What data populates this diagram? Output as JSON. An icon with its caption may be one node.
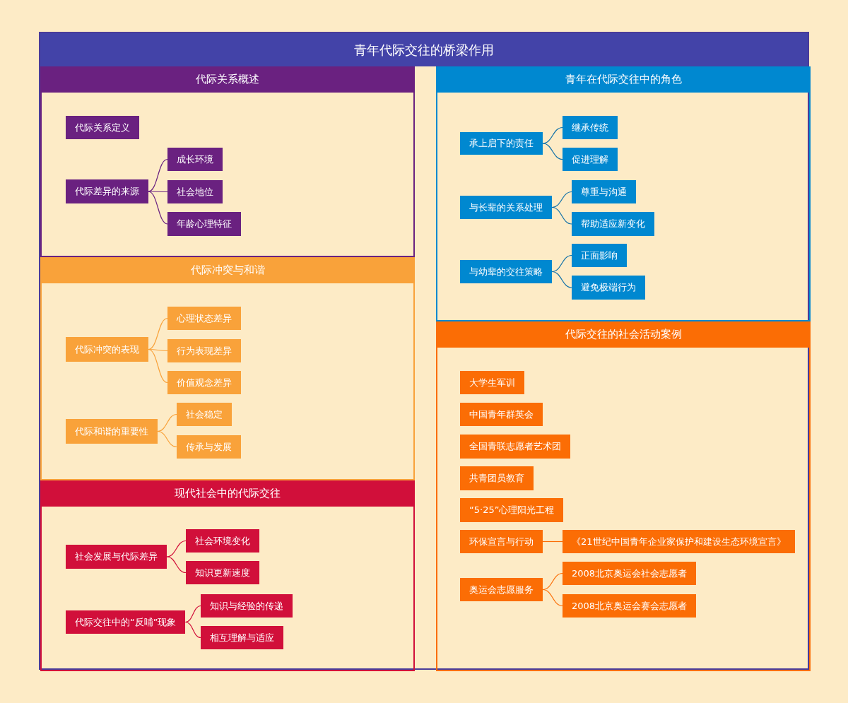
{
  "diagram": {
    "nodes": [
      {
        "text": [
          "青年代际交往的桥梁作用"
        ]
      },
      {
        "text": [
          "代际关系概述"
        ],
        "in": 0
      },
      {
        "text": [
          "代际关系定义"
        ],
        "in": 1
      },
      {
        "text": [
          "代际差异的来源"
        ],
        "in": 1
      },
      {
        "text": [
          "成长环境"
        ],
        "in": 1
      },
      {
        "text": [
          "社会地位"
        ],
        "in": 1
      },
      {
        "text": [
          "年龄心理特征"
        ],
        "in": 1
      },
      {
        "text": [
          "代际冲突与和谐"
        ],
        "in": 0
      },
      {
        "text": [
          "代际冲突的表现"
        ],
        "in": 7
      },
      {
        "text": [
          "心理状态差异"
        ],
        "in": 7
      },
      {
        "text": [
          "行为表现差异"
        ],
        "in": 7
      },
      {
        "text": [
          "价值观念差异"
        ],
        "in": 7
      },
      {
        "text": [
          "代际和谐的重要性"
        ],
        "in": 7
      },
      {
        "text": [
          "社会稳定"
        ],
        "in": 7
      },
      {
        "text": [
          "传承与发展"
        ],
        "in": 7
      },
      {
        "text": [
          "现代社会中的代际交往"
        ],
        "in": 0
      },
      {
        "text": [
          "社会发展与代际差异"
        ],
        "in": 15
      },
      {
        "text": [
          "社会环境变化"
        ],
        "in": 15
      },
      {
        "text": [
          "知识更新速度"
        ],
        "in": 15
      },
      {
        "text": [
          "代际交往中的“反哺”现象"
        ],
        "in": 15
      },
      {
        "text": [
          "知识与经验的传递"
        ],
        "in": 15
      },
      {
        "text": [
          "相互理解与适应"
        ],
        "in": 15
      },
      {
        "text": [
          "青年在代际交往中的角色"
        ],
        "in": 0
      },
      {
        "text": [
          "承上启下的责任"
        ],
        "in": 22
      },
      {
        "text": [
          "继承传统"
        ],
        "in": 22
      },
      {
        "text": [
          "促进理解"
        ],
        "in": 22
      },
      {
        "text": [
          "与长辈的关系处理"
        ],
        "in": 22
      },
      {
        "text": [
          "尊重与沟通"
        ],
        "in": 22
      },
      {
        "text": [
          "帮助适应新变化"
        ],
        "in": 22
      },
      {
        "text": [
          "与幼辈的交往策略"
        ],
        "in": 22
      },
      {
        "text": [
          "正面影响"
        ],
        "in": 22
      },
      {
        "text": [
          "避免极端行为"
        ],
        "in": 22
      },
      {
        "text": [
          "代际交往的社会活动案例"
        ],
        "in": 0
      },
      {
        "text": [
          "大学生军训"
        ],
        "in": 32
      },
      {
        "text": [
          "中国青年群英会"
        ],
        "in": 32
      },
      {
        "text": [
          "全国青联志愿者艺术团"
        ],
        "in": 32
      },
      {
        "text": [
          "共青团员教育"
        ],
        "in": 32
      },
      {
        "text": [
          "“5·25”心理阳光工程"
        ],
        "in": 32
      },
      {
        "text": [
          "环保宣言与行动"
        ],
        "in": 32
      },
      {
        "text": [
          "《21世纪中国青年企业家保护和建设生态环境宣言》"
        ],
        "in": 32
      },
      {
        "text": [
          "奥运会志愿服务"
        ],
        "in": 32
      },
      {
        "text": [
          "2008北京奥运会社会志愿者"
        ],
        "in": 32
      },
      {
        "text": [
          "2008北京奥运会赛会志愿者"
        ],
        "in": 32
      }
    ],
    "edges": [
      {
        "from": 3,
        "to": 4,
        "arrow": "none",
        "color": "#6a2180"
      },
      {
        "from": 3,
        "to": 5,
        "arrow": "none",
        "color": "#6a2180"
      },
      {
        "from": 3,
        "to": 6,
        "arrow": "none",
        "color": "#6a2180"
      },
      {
        "from": 8,
        "to": 9,
        "arrow": "none",
        "color": "#f9a23a"
      },
      {
        "from": 8,
        "to": 10,
        "arrow": "none",
        "color": "#f9a23a"
      },
      {
        "from": 8,
        "to": 11,
        "arrow": "none",
        "color": "#f9a23a"
      },
      {
        "from": 12,
        "to": 13,
        "arrow": "none",
        "color": "#f9a23a"
      },
      {
        "from": 12,
        "to": 14,
        "arrow": "none",
        "color": "#f9a23a"
      },
      {
        "from": 16,
        "to": 17,
        "arrow": "none",
        "color": "#d10f3a"
      },
      {
        "from": 16,
        "to": 18,
        "arrow": "none",
        "color": "#d10f3a"
      },
      {
        "from": 19,
        "to": 20,
        "arrow": "none",
        "color": "#d10f3a"
      },
      {
        "from": 19,
        "to": 21,
        "arrow": "none",
        "color": "#d10f3a"
      },
      {
        "from": 23,
        "to": 24,
        "arrow": "none"
      },
      {
        "from": 23,
        "to": 25,
        "arrow": "none"
      },
      {
        "from": 26,
        "to": 27,
        "arrow": "none"
      },
      {
        "from": 26,
        "to": 28,
        "arrow": "none"
      },
      {
        "from": 29,
        "to": 30,
        "arrow": "none"
      },
      {
        "from": 29,
        "to": 31,
        "arrow": "none"
      },
      {
        "from": 38,
        "to": 39,
        "arrow": "none",
        "color": "#fb6d05"
      },
      {
        "from": 40,
        "to": 41,
        "arrow": "none",
        "color": "#fb6d05"
      },
      {
        "from": 40,
        "to": 42,
        "arrow": "none",
        "color": "#fb6d05"
      }
    ]
  }
}
